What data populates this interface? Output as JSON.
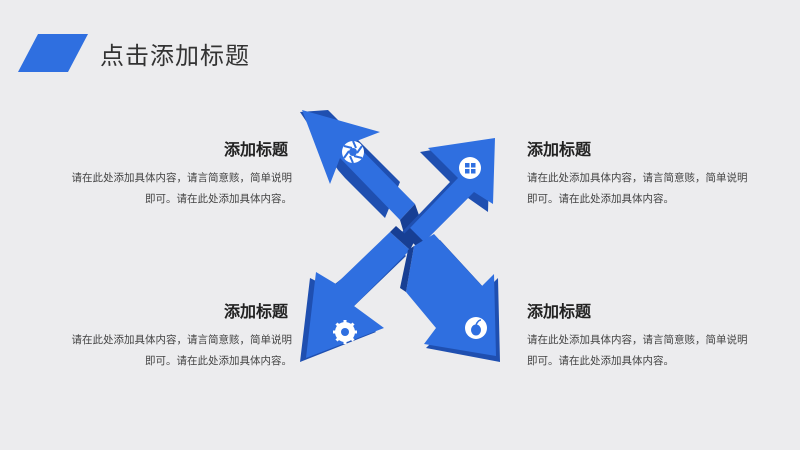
{
  "title": "点击添加标题",
  "colors": {
    "accent": "#2f6fe0",
    "dark": "#1f4fb0",
    "light": "#4a86ea"
  },
  "items": [
    {
      "title": "添加标题",
      "body": "请在此处添加具体内容，请言简意赅，简单说明即可。请在此处添加具体内容。",
      "icon": "aperture-icon"
    },
    {
      "title": "添加标题",
      "body": "请在此处添加具体内容，请言简意赅，简单说明即可。请在此处添加具体内容。",
      "icon": "windows-icon"
    },
    {
      "title": "添加标题",
      "body": "请在此处添加具体内容，请言简意赅，简单说明即可。请在此处添加具体内容。",
      "icon": "gear-icon"
    },
    {
      "title": "添加标题",
      "body": "请在此处添加具体内容，请言简意赅，简单说明即可。请在此处添加具体内容。",
      "icon": "apple-icon"
    }
  ]
}
